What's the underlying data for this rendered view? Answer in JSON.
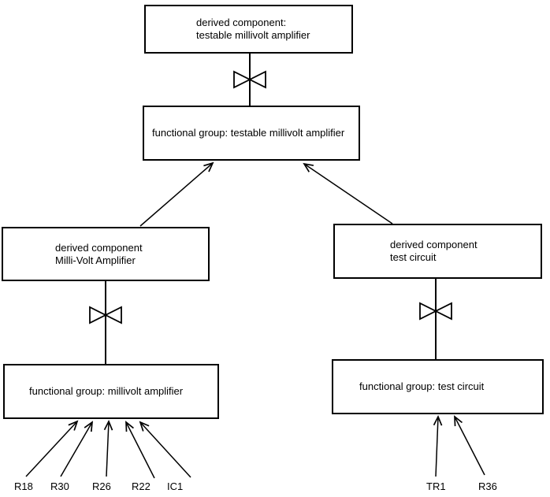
{
  "colors": {
    "line": "#000000",
    "text": "#000000",
    "background": "#ffffff"
  },
  "nodes": {
    "top_derived": {
      "line1": "derived component:",
      "line2": "testable millivolt amplifier"
    },
    "top_functional": {
      "label": "functional group: testable millivolt amplifier"
    },
    "left_derived": {
      "line1": "derived component",
      "line2": "Milli-Volt Amplifier"
    },
    "right_derived": {
      "line1": "derived component",
      "line2": "test circuit"
    },
    "left_functional": {
      "label": "functional group: millivolt amplifier"
    },
    "right_functional": {
      "label": "functional group: test circuit"
    }
  },
  "components": {
    "left": [
      "R18",
      "R30",
      "R26",
      "R22",
      "IC1"
    ],
    "right": [
      "TR1",
      "R36"
    ]
  }
}
